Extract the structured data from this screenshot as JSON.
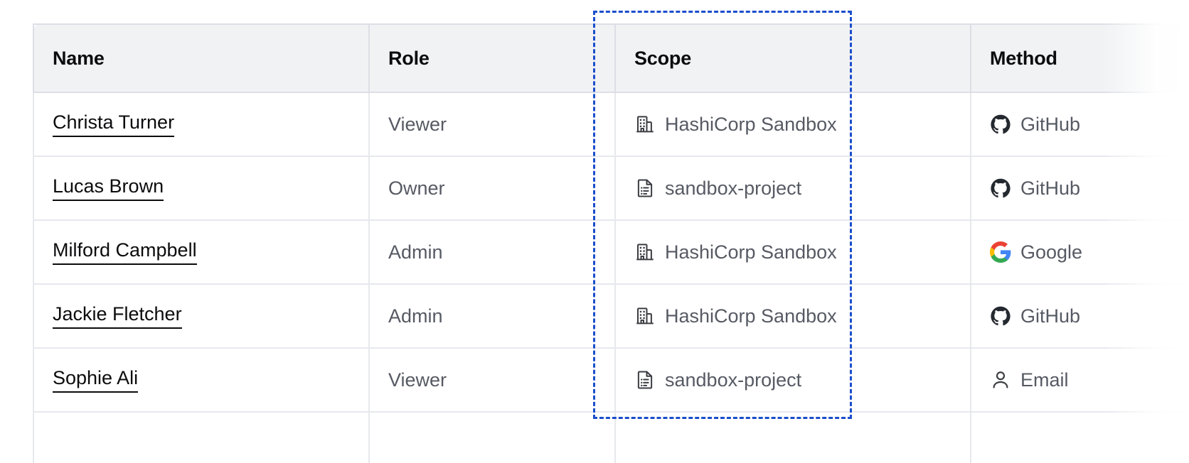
{
  "table": {
    "columns": [
      {
        "key": "name",
        "label": "Name"
      },
      {
        "key": "role",
        "label": "Role"
      },
      {
        "key": "scope",
        "label": "Scope"
      },
      {
        "key": "method",
        "label": "Method"
      }
    ],
    "rows": [
      {
        "name": "Christa Turner",
        "role": "Viewer",
        "scope": "HashiCorp Sandbox",
        "scope_icon": "organization-building-icon",
        "method": "GitHub",
        "method_icon": "github-icon"
      },
      {
        "name": "Lucas Brown",
        "role": "Owner",
        "scope": "sandbox-project",
        "scope_icon": "project-document-icon",
        "method": "GitHub",
        "method_icon": "github-icon"
      },
      {
        "name": "Milford Campbell",
        "role": "Admin",
        "scope": "HashiCorp Sandbox",
        "scope_icon": "organization-building-icon",
        "method": "Google",
        "method_icon": "google-icon"
      },
      {
        "name": "Jackie Fletcher",
        "role": "Admin",
        "scope": "HashiCorp Sandbox",
        "scope_icon": "organization-building-icon",
        "method": "GitHub",
        "method_icon": "github-icon"
      },
      {
        "name": "Sophie Ali",
        "role": "Viewer",
        "scope": "sandbox-project",
        "scope_icon": "project-document-icon",
        "method": "Email",
        "method_icon": "user-person-icon"
      }
    ]
  },
  "selection": {
    "target_column": "Scope",
    "border_color": "#1b4ecb",
    "style": "dashed"
  },
  "colors": {
    "header_background": "#f1f2f4",
    "header_text": "#0c0c0e",
    "body_text": "#565a63",
    "link_text": "#0c0c0e",
    "row_border": "#e6e8ec",
    "header_border": "#dcdfe5",
    "google_blue": "#4285F4",
    "google_red": "#EA4335",
    "google_yellow": "#FBBC05",
    "google_green": "#34A853",
    "github_black": "#24292f"
  }
}
